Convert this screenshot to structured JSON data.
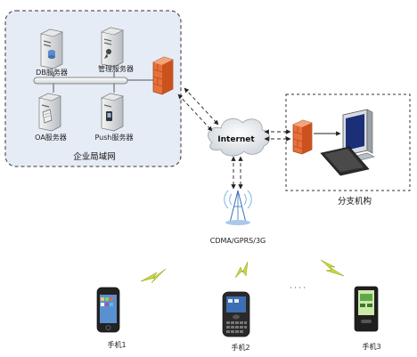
{
  "lan": {
    "title": "企业局域网",
    "servers": {
      "db": "DB服务器",
      "mgmt": "管理服务器",
      "oa": "OA服务器",
      "push": "Push服务器"
    }
  },
  "branch": {
    "title": "分支机构"
  },
  "internet": {
    "label": "Internet"
  },
  "tower": {
    "label": "CDMA/GPRS/3G"
  },
  "phones": {
    "p1": "手机1",
    "p2": "手机2",
    "p3": "手机3",
    "ellipsis": "· · · ·"
  },
  "colors": {
    "lan_bg": "#e6ecf5",
    "firewall": "#e8703a",
    "lightning": "#c8d83a",
    "cloud": "#dfe5ea",
    "phone_dark": "#2a2a2a"
  }
}
